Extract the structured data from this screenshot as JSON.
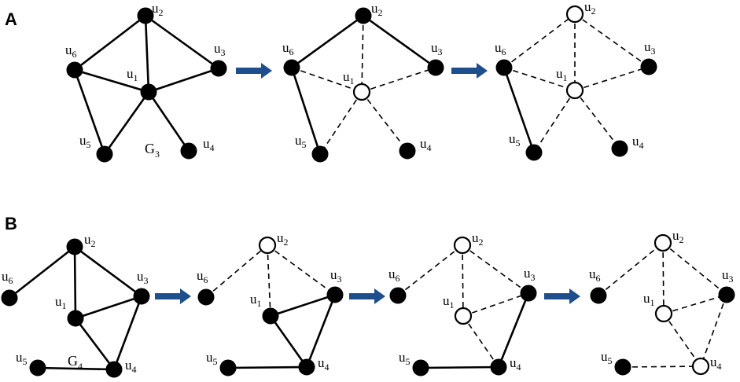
{
  "panels": [
    {
      "label": "A",
      "arrow_color": "#1f4e8c",
      "graph_name": "G",
      "graph_subscript": "3"
    },
    {
      "label": "B",
      "arrow_color": "#1f4e8c",
      "graph_name": "G",
      "graph_subscript": "4"
    }
  ],
  "node_labels": {
    "u1": {
      "base": "u",
      "sub": "1"
    },
    "u2": {
      "base": "u",
      "sub": "2"
    },
    "u3": {
      "base": "u",
      "sub": "3"
    },
    "u4": {
      "base": "u",
      "sub": "4"
    },
    "u5": {
      "base": "u",
      "sub": "5"
    },
    "u6": {
      "base": "u",
      "sub": "6"
    }
  }
}
